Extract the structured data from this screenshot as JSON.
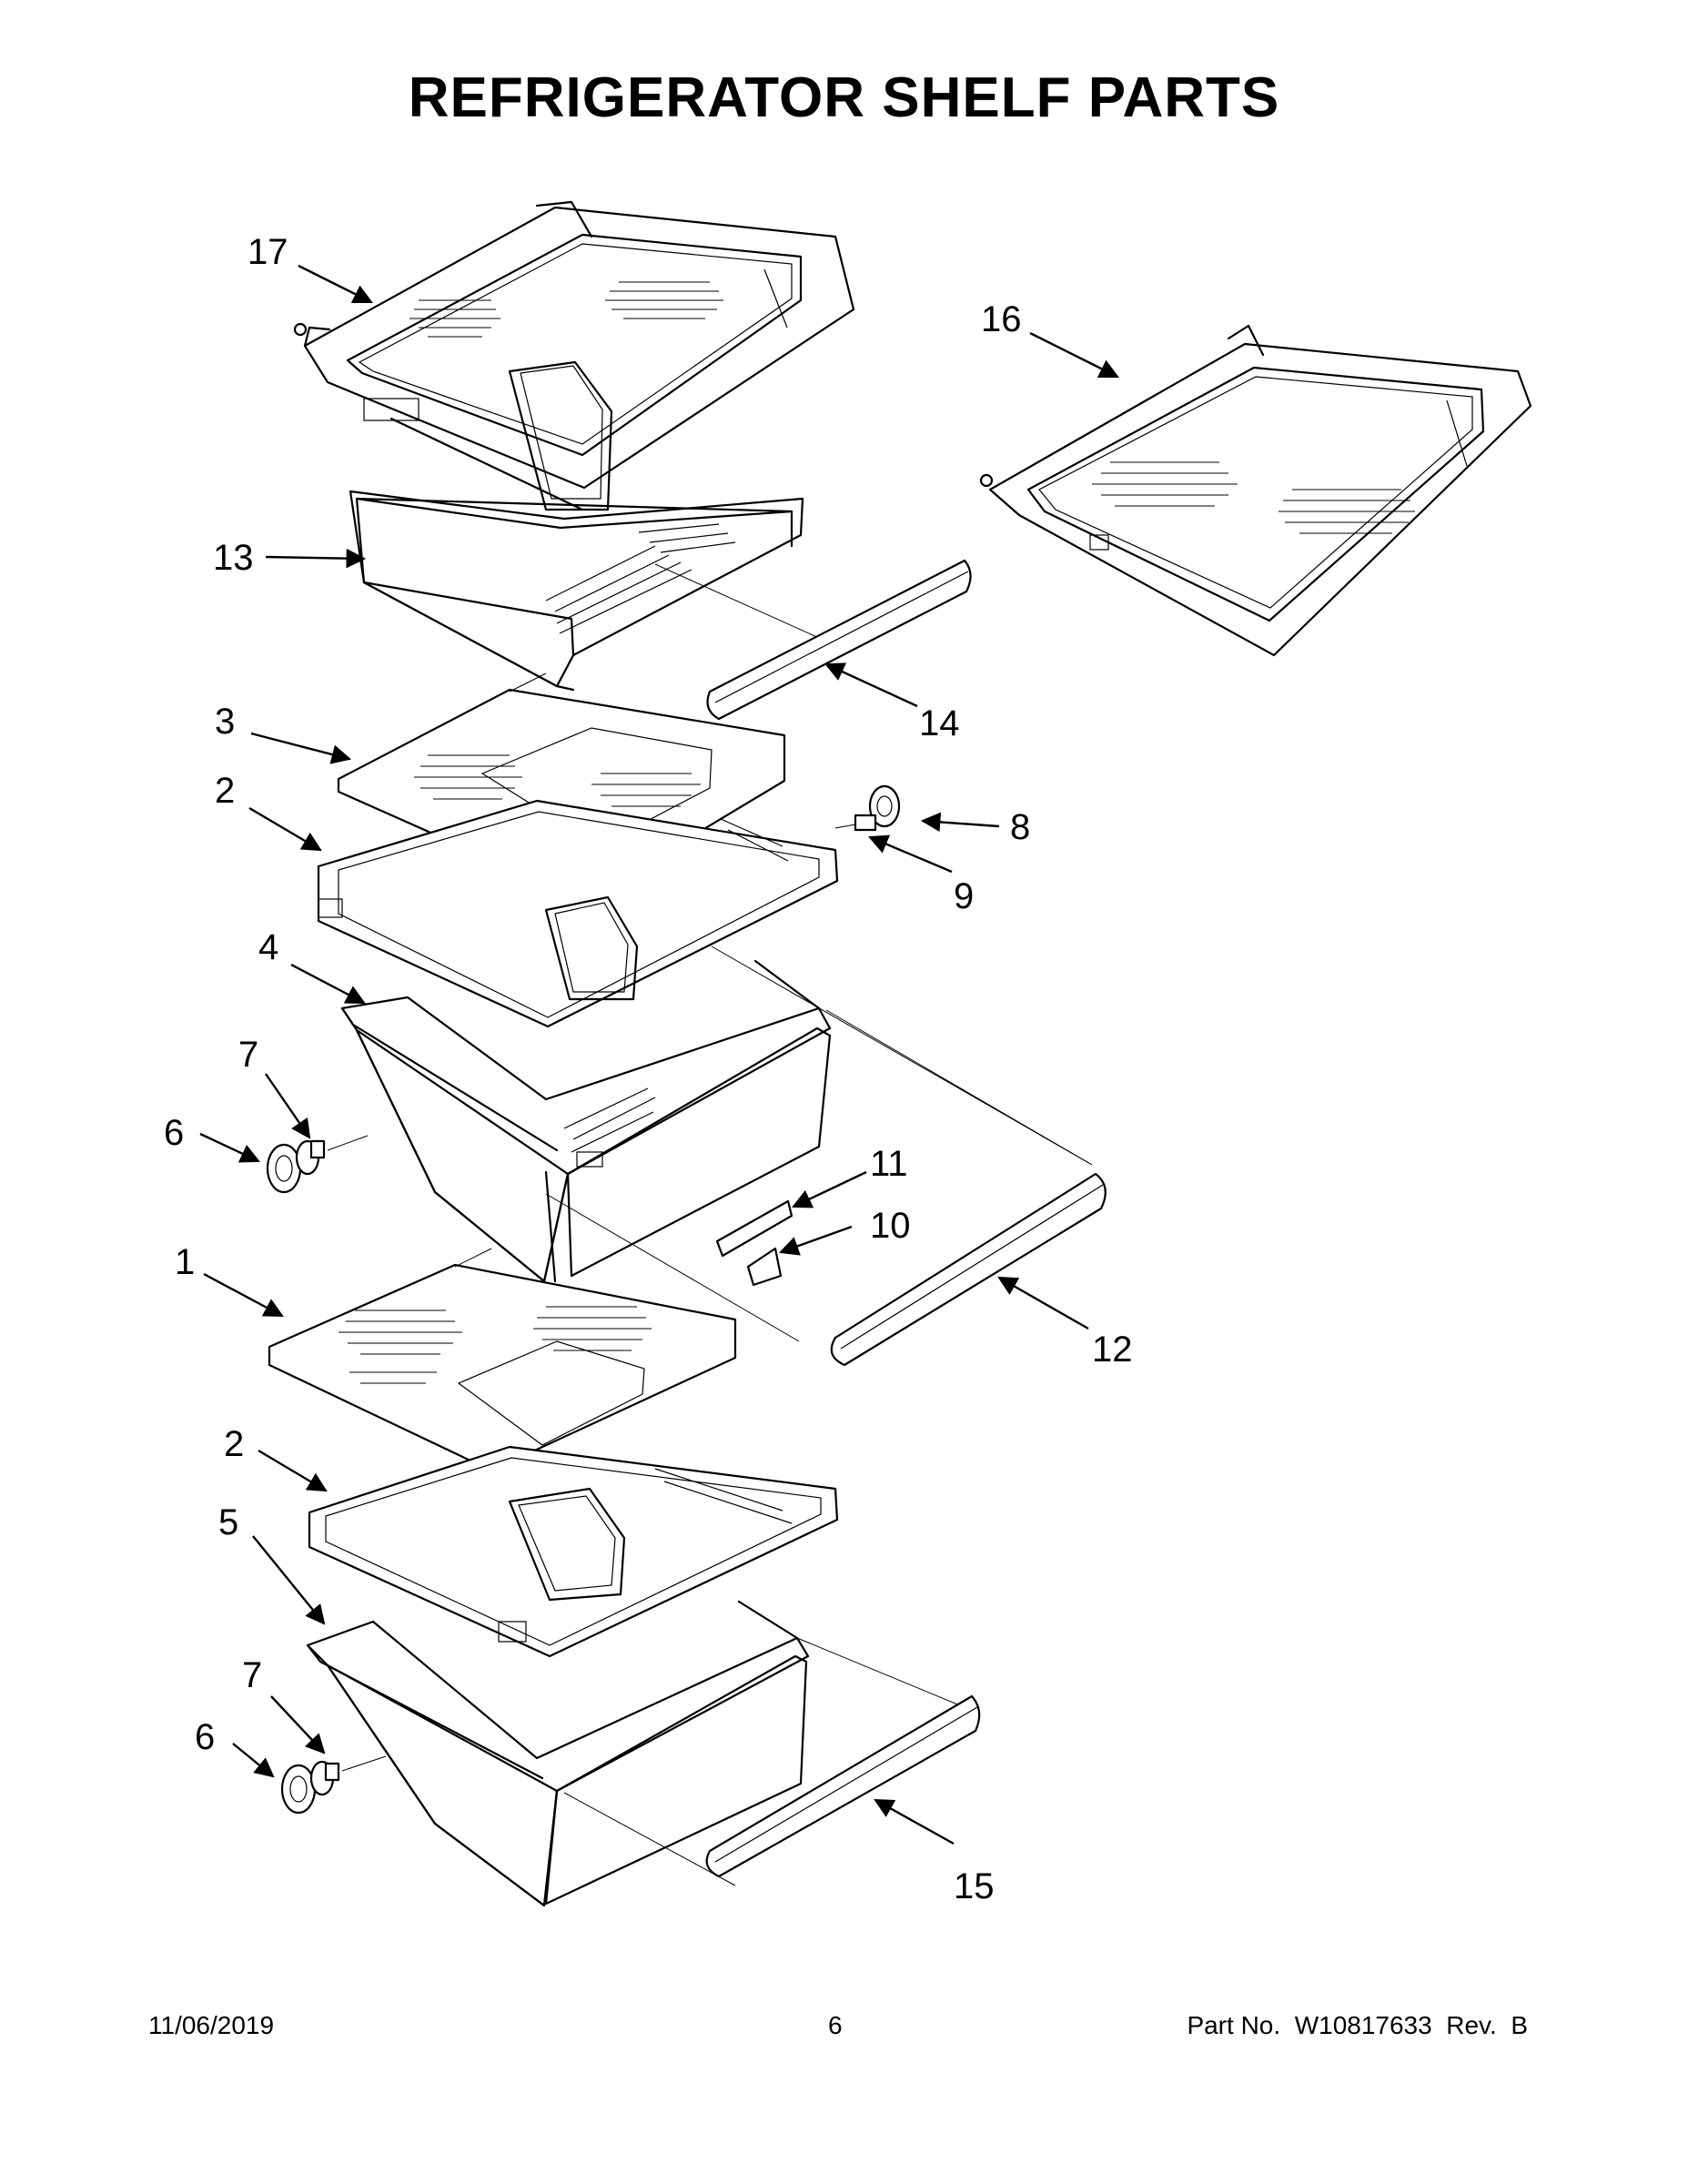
{
  "title": "REFRIGERATOR SHELF PARTS",
  "callouts": [
    "1",
    "2",
    "2",
    "3",
    "4",
    "5",
    "6",
    "6",
    "7",
    "7",
    "8",
    "9",
    "10",
    "11",
    "12",
    "13",
    "14",
    "15",
    "16",
    "17"
  ],
  "footer": {
    "date": "11/06/2019",
    "page": "6",
    "part_number": "Part No.  W10817633  Rev.  B"
  }
}
